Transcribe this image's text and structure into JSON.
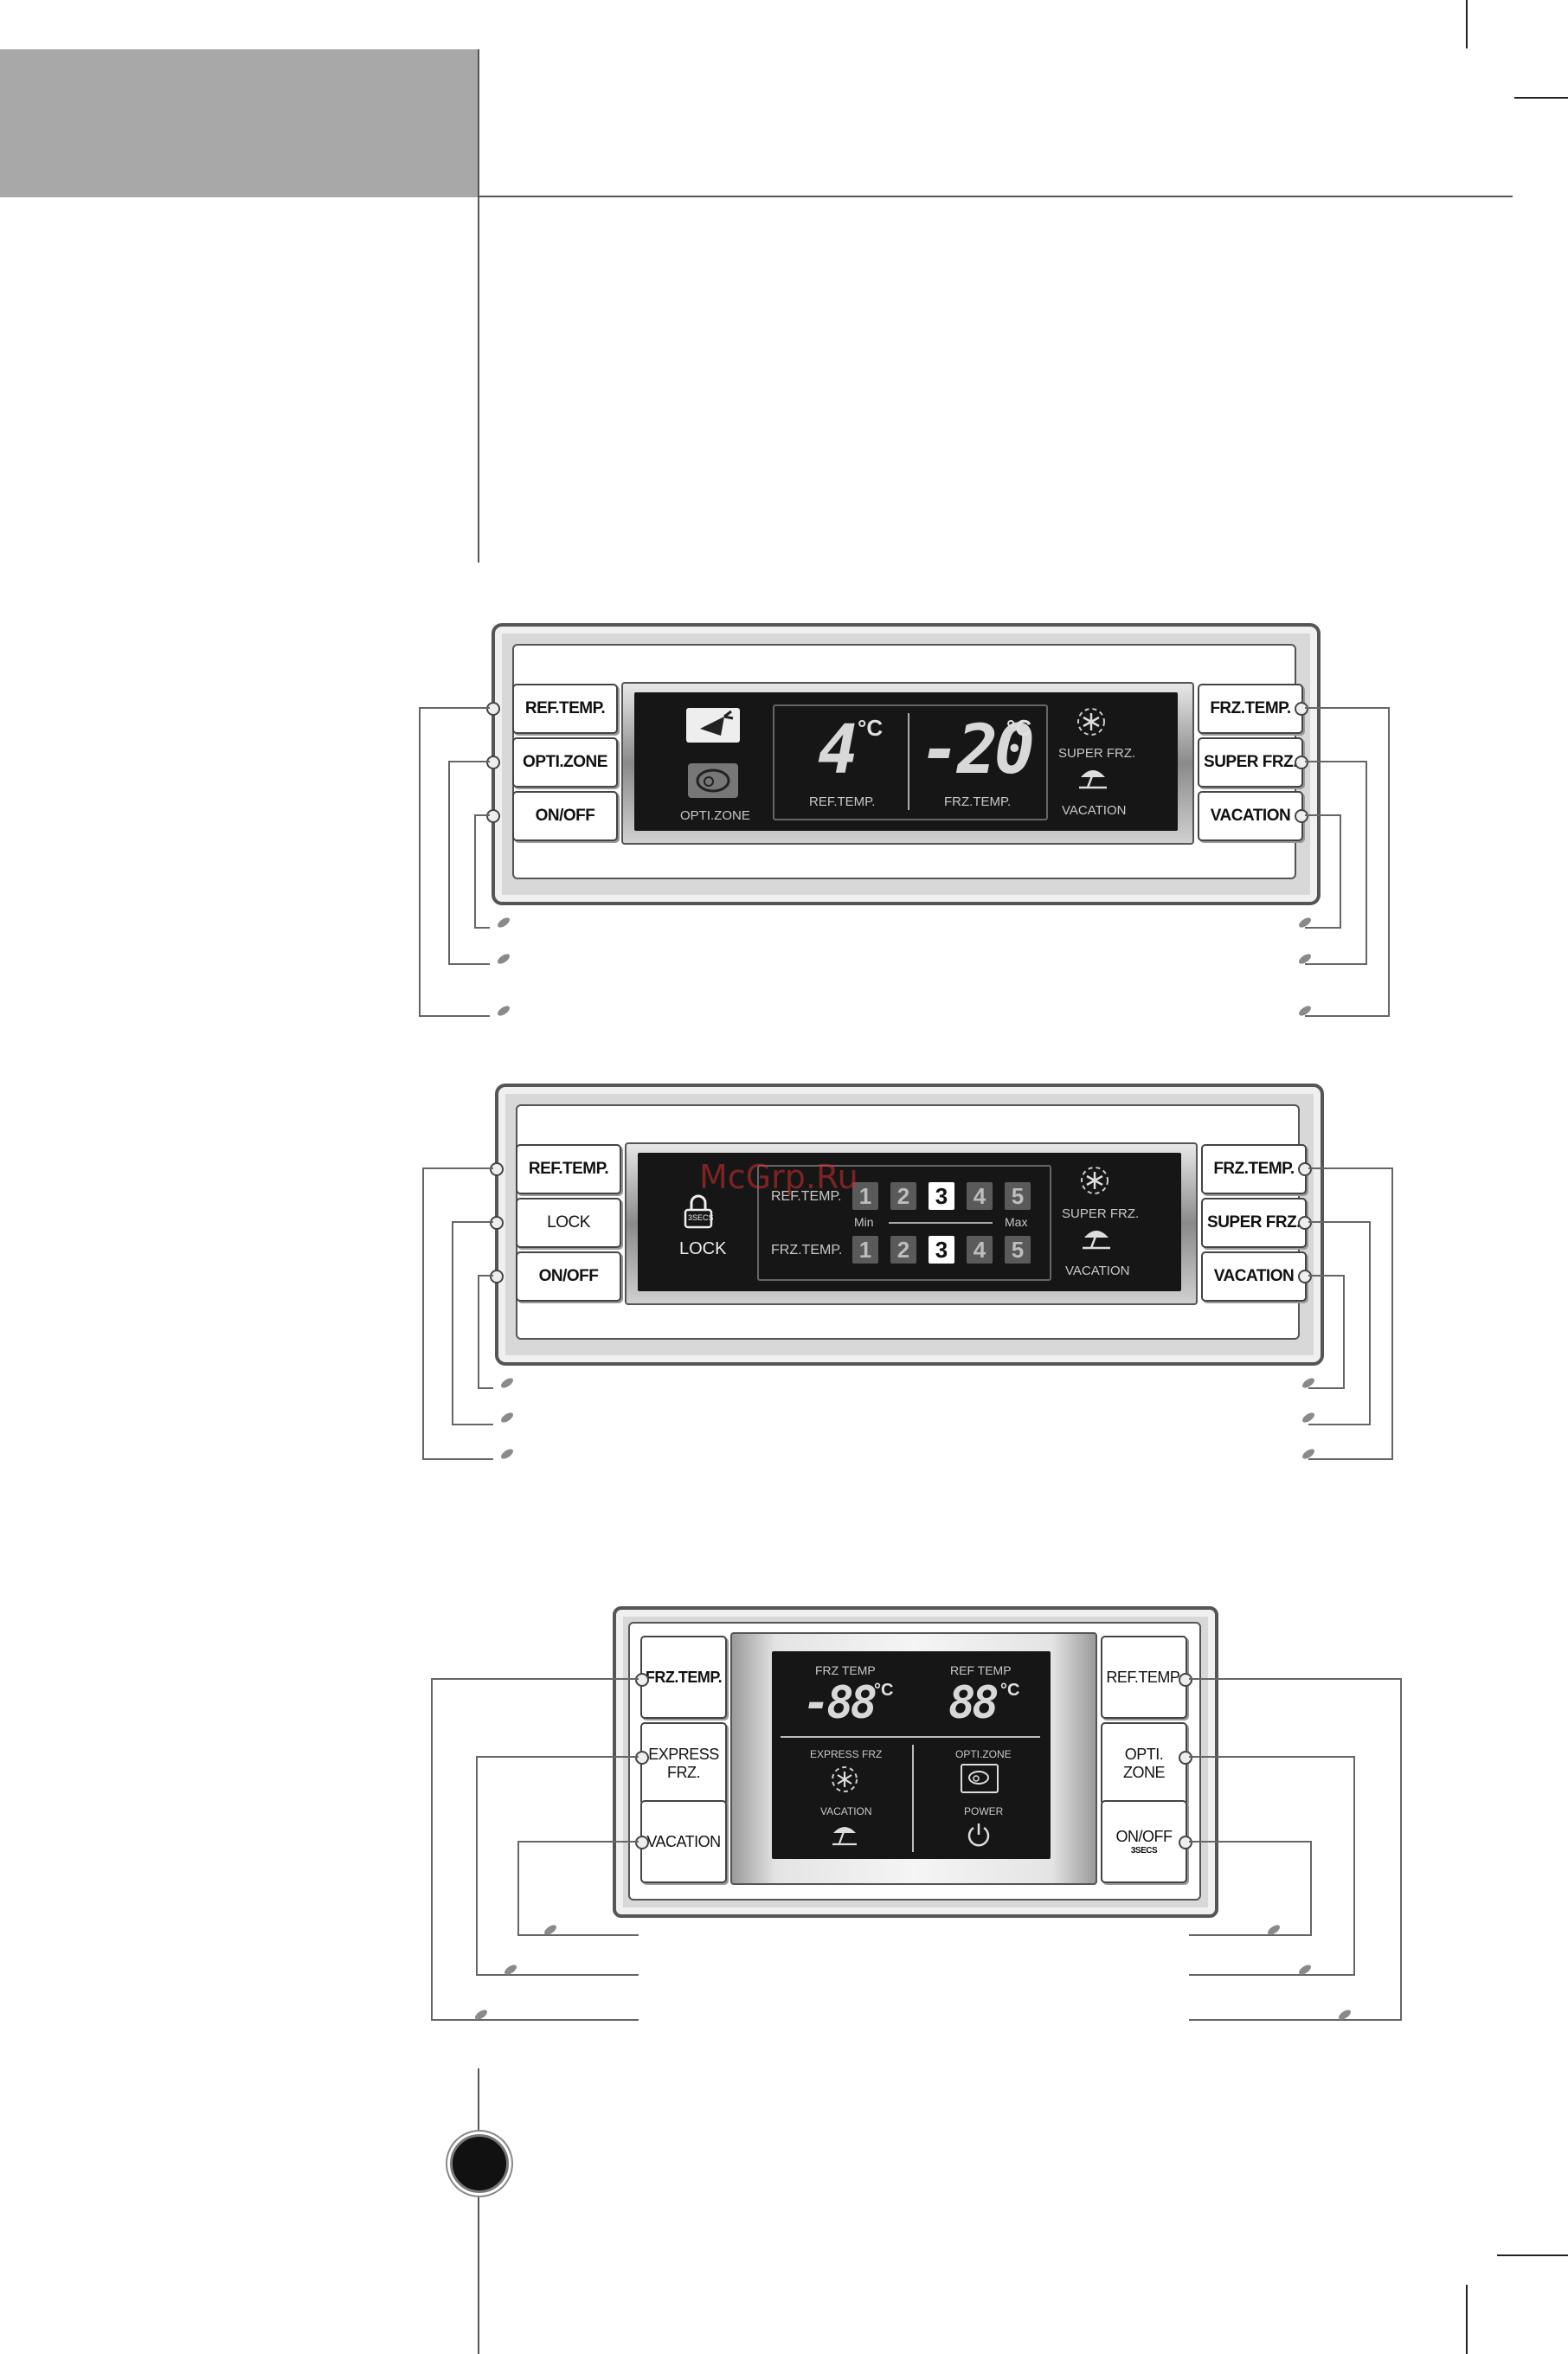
{
  "watermark": "McGrp.Ru",
  "panel1": {
    "left_buttons": [
      "REF.TEMP.",
      "OPTI.ZONE",
      "ON/OFF"
    ],
    "right_buttons": [
      "FRZ.TEMP.",
      "SUPER FRZ.",
      "VACATION"
    ],
    "ref_digit": "4",
    "ref_unit": "°C",
    "frz_digits": "-20",
    "frz_unit": "°C",
    "optizone_label": "OPTI.ZONE",
    "ref_label": "REF.TEMP.",
    "frz_label": "FRZ.TEMP.",
    "super_frz_label": "SUPER FRZ.",
    "vacation_label": "VACATION"
  },
  "panel2": {
    "left_buttons": [
      "REF.TEMP.",
      "LOCK",
      "ON/OFF"
    ],
    "right_buttons": [
      "FRZ.TEMP.",
      "SUPER FRZ.",
      "VACATION"
    ],
    "lock_badge": "3SECS",
    "lock_label": "LOCK",
    "ref_row_label": "REF.TEMP.",
    "frz_row_label": "FRZ.TEMP.",
    "levels": [
      "1",
      "2",
      "3",
      "4",
      "5"
    ],
    "ref_level_active": 3,
    "frz_level_active": 3,
    "min_label": "Min",
    "max_label": "Max",
    "super_frz_label": "SUPER FRZ.",
    "vacation_label": "VACATION"
  },
  "panel3": {
    "left_buttons": [
      "FRZ.TEMP.",
      "EXPRESS\nFRZ.",
      "VACATION"
    ],
    "right_buttons": [
      "REF.TEMP.",
      "OPTI. ZONE",
      "ON/OFF"
    ],
    "onoff_sub": "3SECS",
    "frz_label": "FRZ TEMP",
    "ref_label": "REF TEMP",
    "frz_digits": "-88",
    "ref_digits": "88",
    "unit": "°C",
    "express_label": "EXPRESS FRZ",
    "optizone_label": "OPTI.ZONE",
    "vacation_label": "VACATION",
    "power_label": "POWER"
  }
}
